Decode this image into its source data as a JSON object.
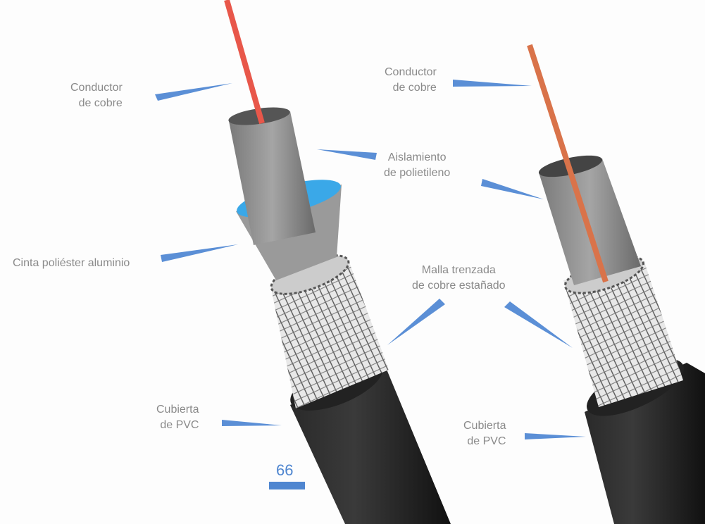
{
  "left_cable": {
    "conductor": [
      "Conductor",
      "de cobre"
    ],
    "foil": "Cinta poliéster aluminio",
    "jacket": [
      "Cubierta",
      "de PVC"
    ]
  },
  "shared": {
    "insulation": [
      "Aislamiento",
      "de polietileno"
    ],
    "braid": [
      "Malla trenzada",
      "de cobre estañado"
    ]
  },
  "right_cable": {
    "conductor": [
      "Conductor",
      "de cobre"
    ],
    "jacket": [
      "Cubierta",
      "de PVC"
    ]
  },
  "page_number": "66",
  "colors": {
    "arrow": "#5b8fd6",
    "label": "#8a8a8a",
    "conductor_left": "#e8574a",
    "conductor_right": "#d9734a",
    "jacket": "#1c1c1c",
    "insulation": "#8e8e8e",
    "foil_inner": "#3aa8e8"
  }
}
